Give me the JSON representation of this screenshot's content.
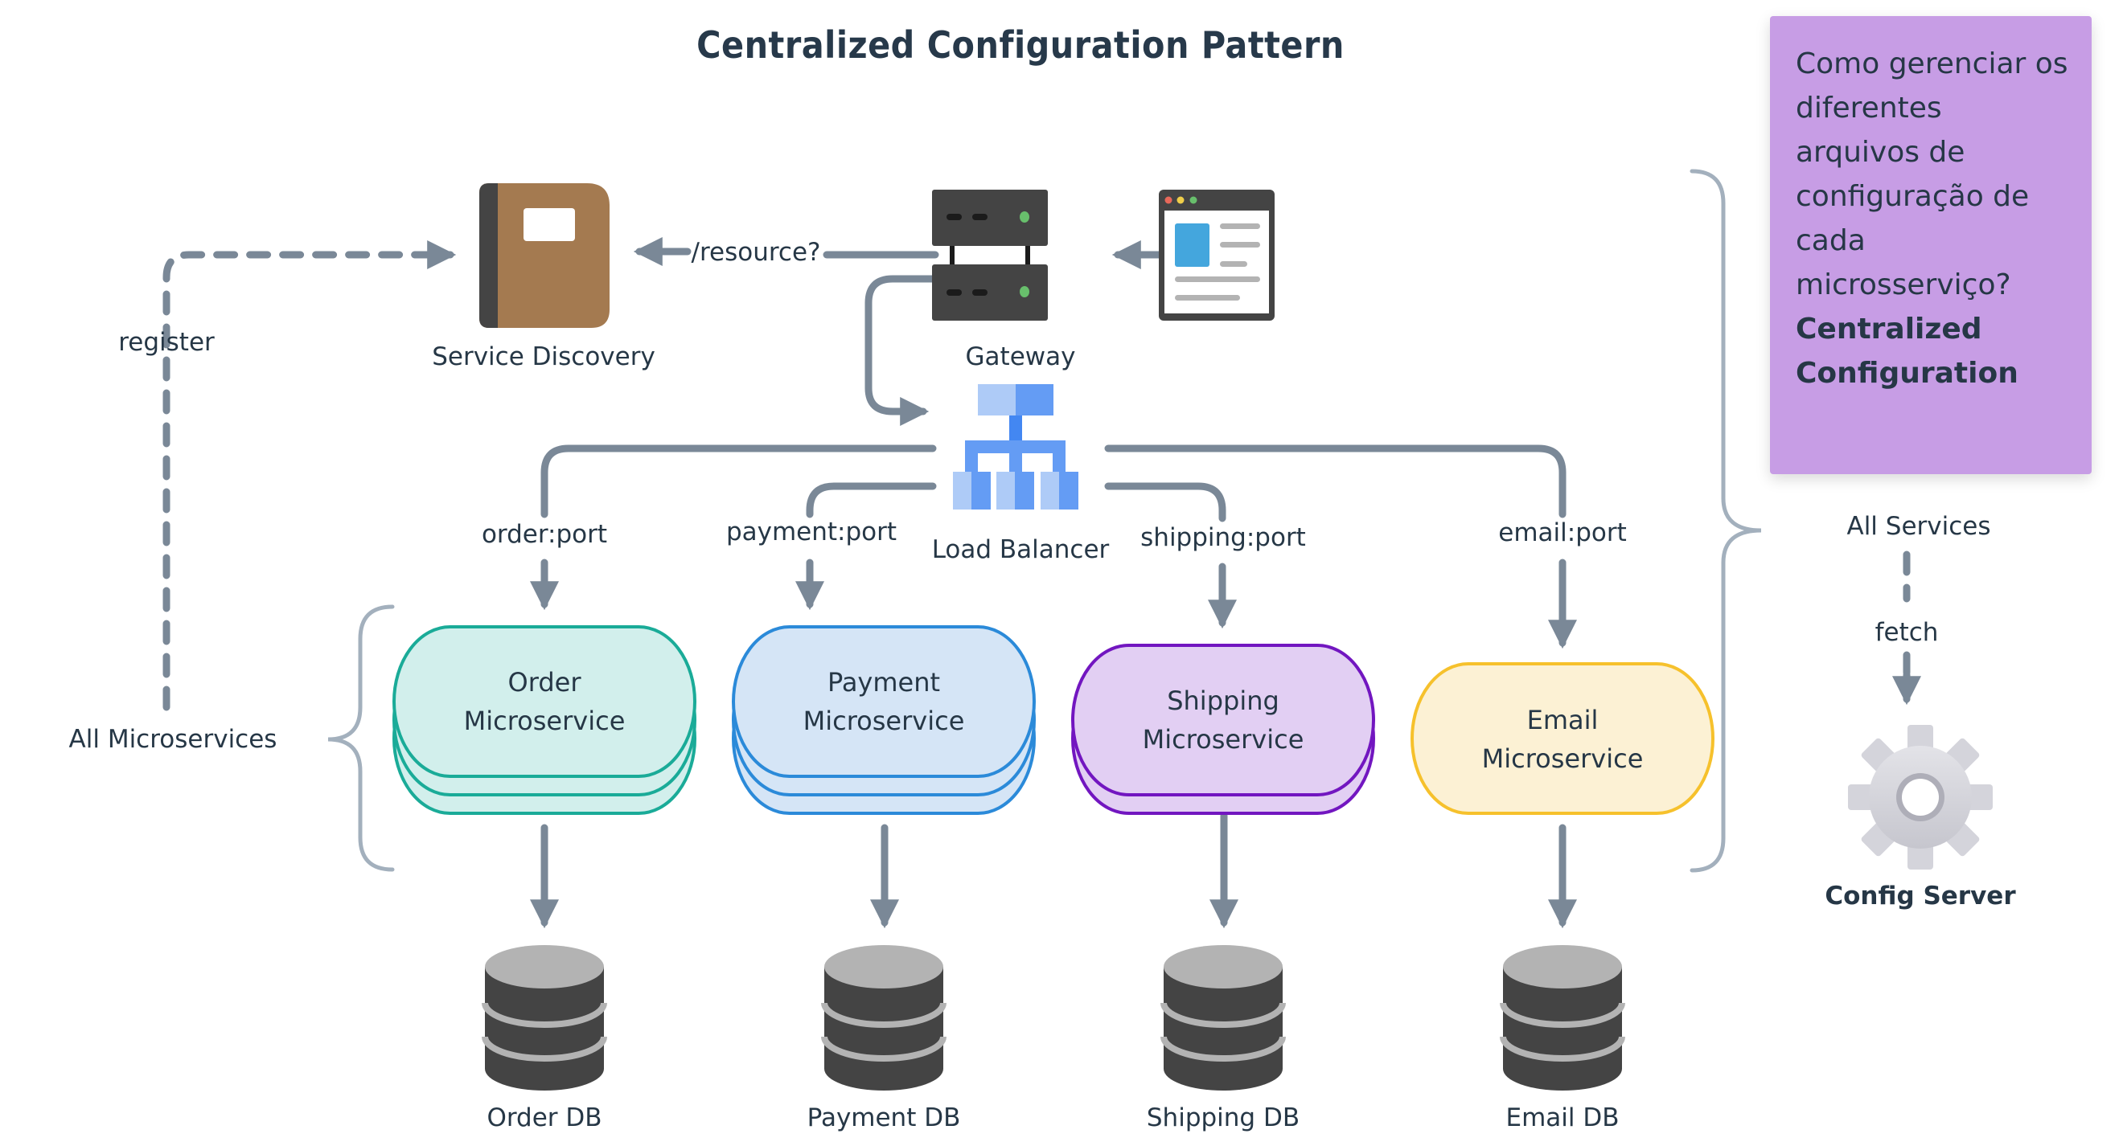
{
  "title": "Centralized Configuration Pattern",
  "note": {
    "question_lines": [
      "Como gerenciar os",
      "diferentes",
      "arquivos de",
      "configuração de",
      "cada",
      "microsserviço?"
    ],
    "answer_lines": [
      "Centralized",
      "Configuration"
    ],
    "color": "#c79de5"
  },
  "nodes": {
    "service_discovery": {
      "label": "Service Discovery",
      "icon": "notebook-icon"
    },
    "gateway": {
      "label": "Gateway",
      "icon": "server-icon"
    },
    "client": {
      "icon": "browser-window-icon"
    },
    "load_balancer": {
      "label": "Load Balancer",
      "icon": "load-balancer-icon"
    },
    "config_server": {
      "label": "Config Server",
      "icon": "gear-icon"
    }
  },
  "edges": {
    "resource": "/resource?",
    "register": "register",
    "fetch": "fetch"
  },
  "groups": {
    "all_microservices": "All Microservices",
    "all_services": "All Services"
  },
  "microservices": [
    {
      "name_line1": "Order",
      "name_line2": "Microservice",
      "port_label": "order:port",
      "db_label": "Order DB",
      "stroke": "#1aab98",
      "fill": "#d2efec",
      "instances": 3
    },
    {
      "name_line1": "Payment",
      "name_line2": "Microservice",
      "port_label": "payment:port",
      "db_label": "Payment DB",
      "stroke": "#2b8ad9",
      "fill": "#d5e5f6",
      "instances": 3
    },
    {
      "name_line1": "Shipping",
      "name_line2": "Microservice",
      "port_label": "shipping:port",
      "db_label": "Shipping DB",
      "stroke": "#7216c0",
      "fill": "#e2cff3",
      "instances": 2
    },
    {
      "name_line1": "Email",
      "name_line2": "Microservice",
      "port_label": "email:port",
      "db_label": "Email DB",
      "stroke": "#f6c12c",
      "fill": "#fcf1d4",
      "instances": 1
    }
  ],
  "colors": {
    "arrow": "#7a8897",
    "brace": "#a3b0bd",
    "text": "#263746"
  }
}
